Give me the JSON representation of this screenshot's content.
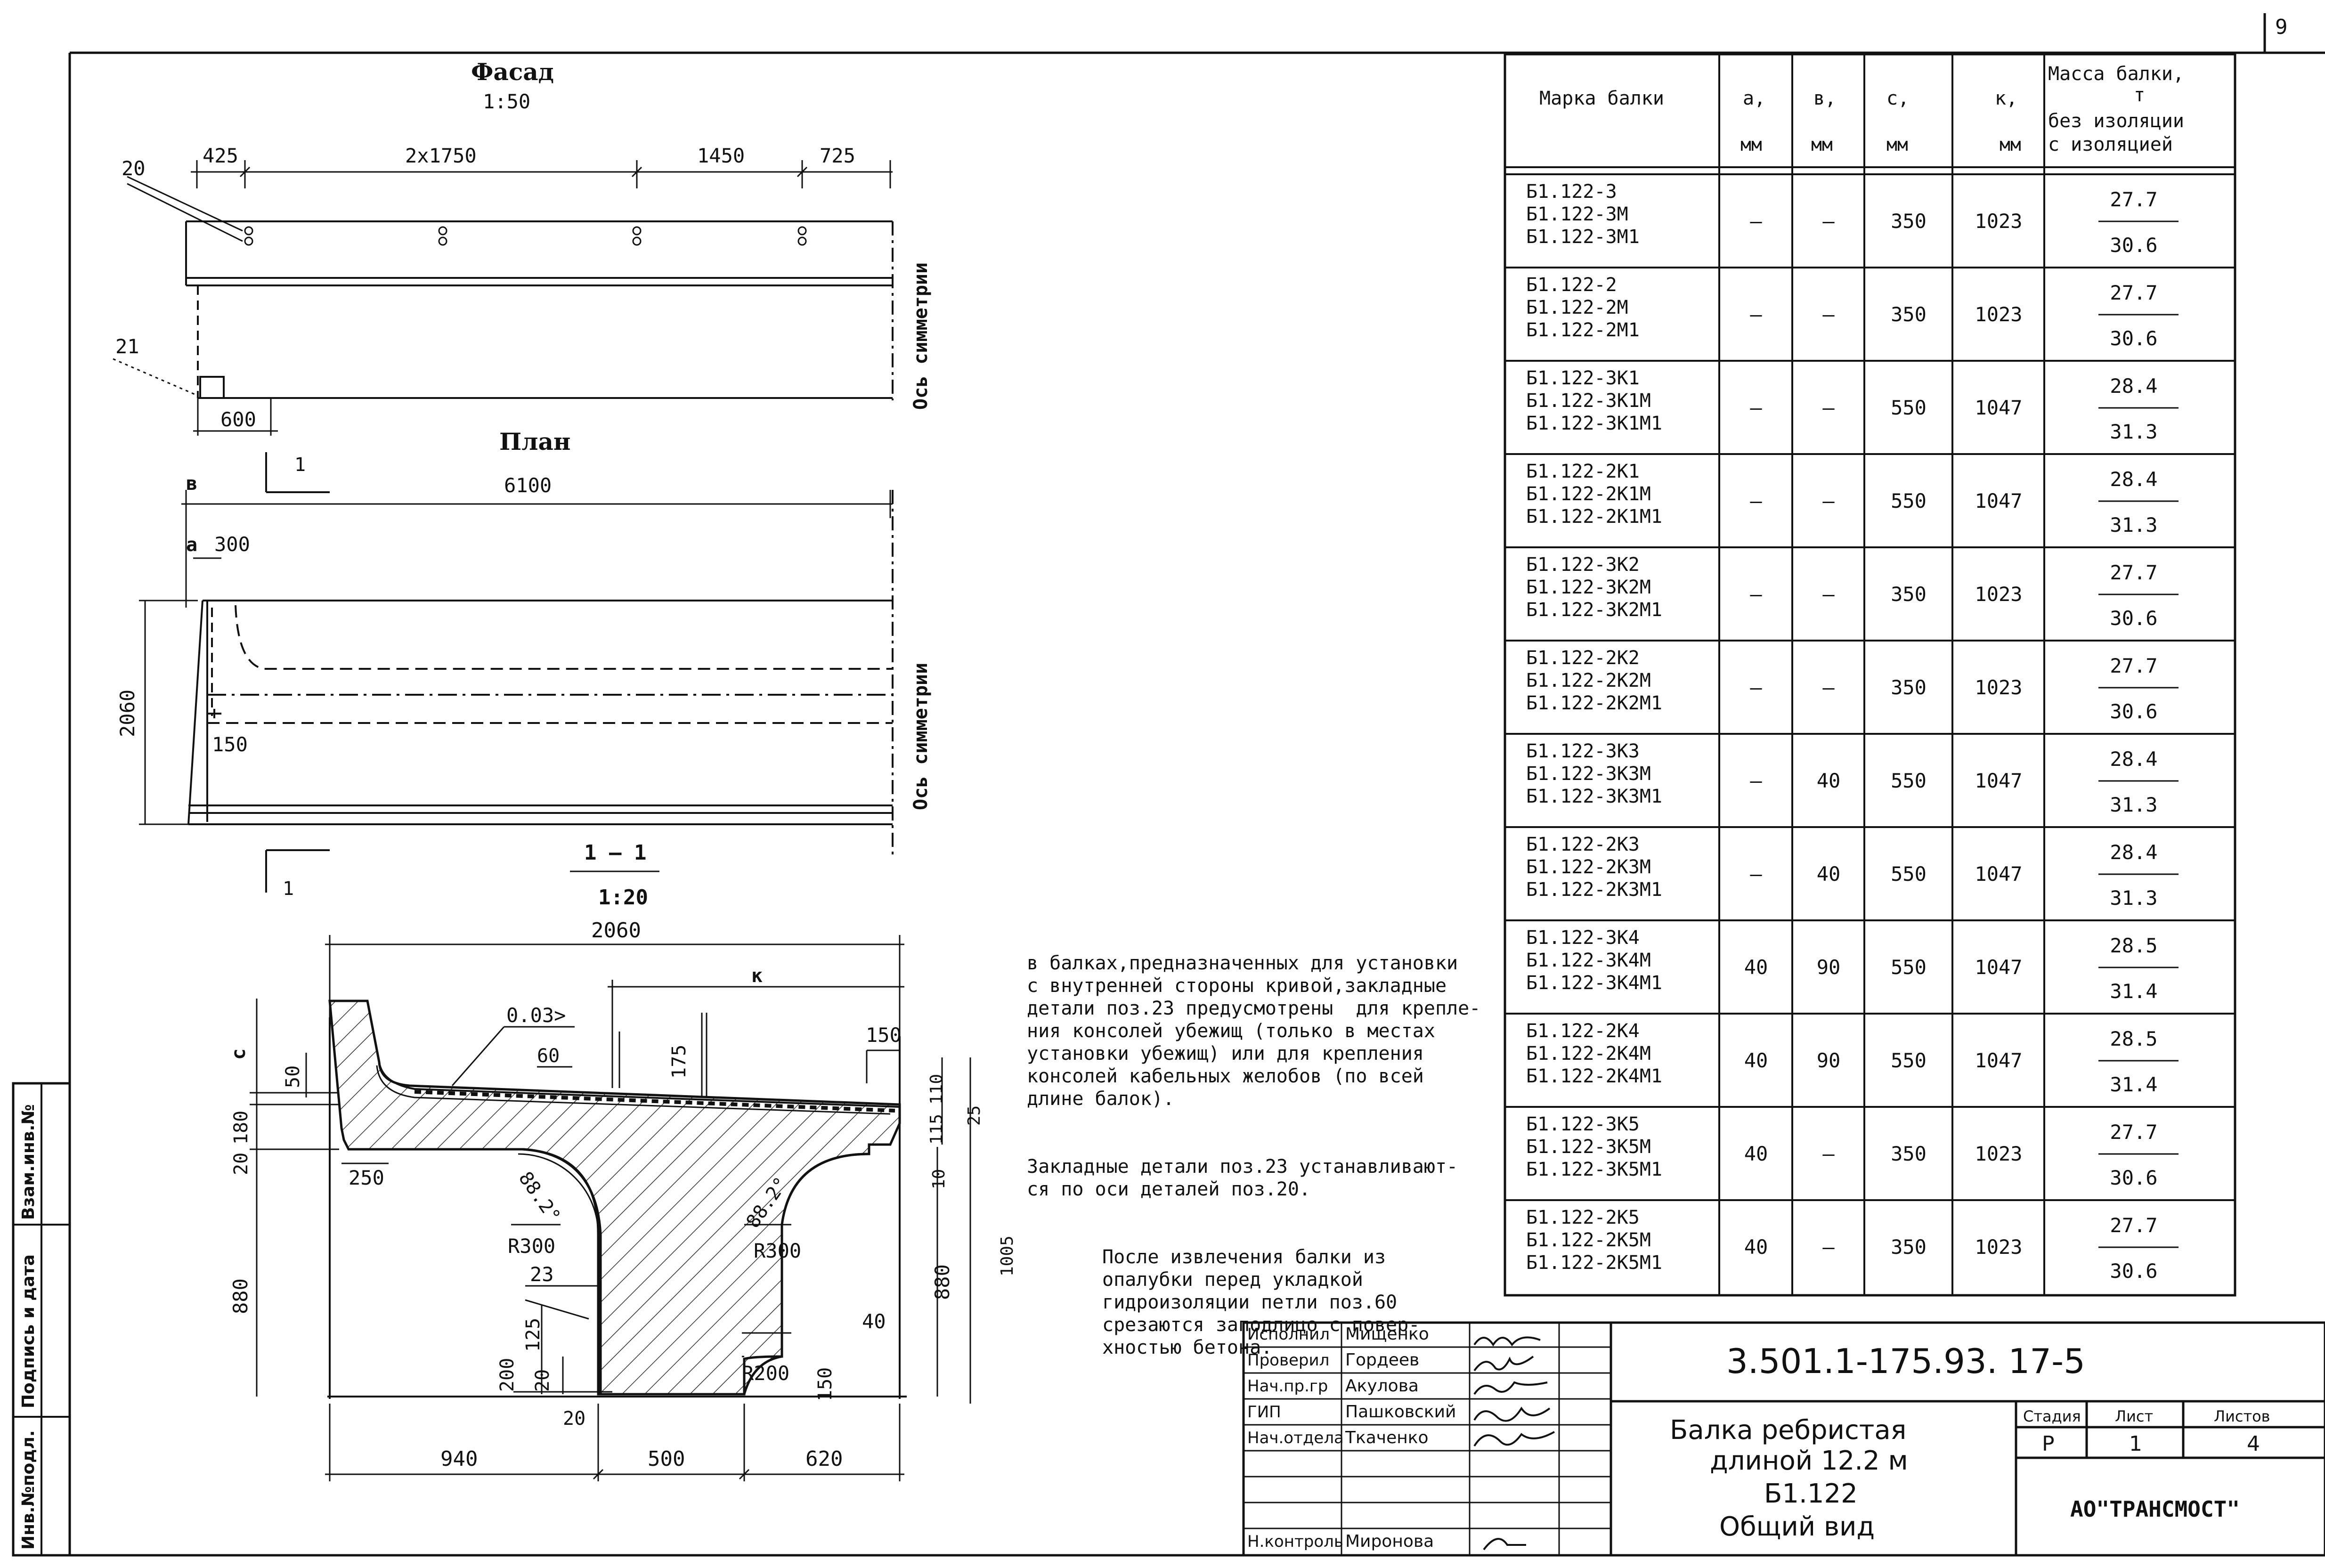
{
  "sheet_number": "9",
  "facade": {
    "title": "Фасад",
    "scale": "1:50",
    "dims": [
      "425",
      "2x1750",
      "1450",
      "725"
    ],
    "pos_20": "20",
    "pos_21": "21",
    "dim_600": "600",
    "axis_label": "Ось симметрии"
  },
  "plan": {
    "title": "План",
    "section_mark": "1",
    "dim_6100": "6100",
    "dim_b": "в",
    "dim_a": "а",
    "dim_300": "300",
    "dim_2060": "2060",
    "dim_150": "150",
    "axis_label": "Ось симметрии"
  },
  "section": {
    "title": "1 – 1",
    "scale": "1:20",
    "dim_top": "2060",
    "dim_k": "к",
    "slope": "0.03>",
    "d60": "60",
    "d175": "175",
    "d150": "150",
    "d110": "110",
    "d115": "115",
    "d25": "25",
    "d10": "10",
    "d1005": "1005",
    "d880r": "880",
    "d40": "40",
    "d_c": "с",
    "d50": "50",
    "d180": "180",
    "d20l": "20",
    "d250": "250",
    "d880l": "880",
    "angle_l": "88.2°",
    "angle_r": "88.2°",
    "r300l": "R300",
    "r300r": "R300",
    "pos23": "23",
    "d125": "125",
    "d200": "200",
    "d20a": "20",
    "d20b": "20",
    "r200": "R200",
    "d150b": "150",
    "d940": "940",
    "d500": "500",
    "d620": "620"
  },
  "notes": {
    "p1": "в балках,предназначенных для установки\nс внутренней стороны кривой,закладные\nдетали поз.23 предусмотрены  для крепле-\nния консолей убежищ (только в местах\nустановки убежищ) или для крепления\nконсолей кабельных желобов (по всей\nдлине балок).",
    "p2": "Закладные детали поз.23 устанавливают-\nся по оси деталей поз.20.",
    "p3": "После извлечения балки из\nопалубки перед укладкой\nгидроизоляции петли поз.60\nсрезаются заподлицо с повер-\nхностью бетона."
  },
  "table": {
    "headers": {
      "mark": "Марка балки",
      "a": "а,",
      "b": "в,",
      "c": "с,",
      "k": "к,",
      "unit": "мм",
      "mass1": "Масса балки,",
      "mass2": "т",
      "mass3": "без изоляции",
      "mass4": "с изоляцией"
    },
    "rows": [
      {
        "marks": [
          "Б1.122-3",
          "Б1.122-3М",
          "Б1.122-3М1"
        ],
        "a": "—",
        "b": "—",
        "c": "350",
        "k": "1023",
        "m1": "27.7",
        "m2": "30.6"
      },
      {
        "marks": [
          "Б1.122-2",
          "Б1.122-2М",
          "Б1.122-2М1"
        ],
        "a": "—",
        "b": "—",
        "c": "350",
        "k": "1023",
        "m1": "27.7",
        "m2": "30.6"
      },
      {
        "marks": [
          "Б1.122-3К1",
          "Б1.122-3К1М",
          "Б1.122-3К1М1"
        ],
        "a": "—",
        "b": "—",
        "c": "550",
        "k": "1047",
        "m1": "28.4",
        "m2": "31.3"
      },
      {
        "marks": [
          "Б1.122-2К1",
          "Б1.122-2К1М",
          "Б1.122-2К1М1"
        ],
        "a": "—",
        "b": "—",
        "c": "550",
        "k": "1047",
        "m1": "28.4",
        "m2": "31.3"
      },
      {
        "marks": [
          "Б1.122-3К2",
          "Б1.122-3К2М",
          "Б1.122-3К2М1"
        ],
        "a": "—",
        "b": "—",
        "c": "350",
        "k": "1023",
        "m1": "27.7",
        "m2": "30.6"
      },
      {
        "marks": [
          "Б1.122-2К2",
          "Б1.122-2К2М",
          "Б1.122-2К2М1"
        ],
        "a": "—",
        "b": "—",
        "c": "350",
        "k": "1023",
        "m1": "27.7",
        "m2": "30.6"
      },
      {
        "marks": [
          "Б1.122-3К3",
          "Б1.122-3К3М",
          "Б1.122-3К3М1"
        ],
        "a": "—",
        "b": "40",
        "c": "550",
        "k": "1047",
        "m1": "28.4",
        "m2": "31.3"
      },
      {
        "marks": [
          "Б1.122-2К3",
          "Б1.122-2К3М",
          "Б1.122-2К3М1"
        ],
        "a": "—",
        "b": "40",
        "c": "550",
        "k": "1047",
        "m1": "28.4",
        "m2": "31.3"
      },
      {
        "marks": [
          "Б1.122-3К4",
          "Б1.122-3К4М",
          "Б1.122-3К4М1"
        ],
        "a": "40",
        "b": "90",
        "c": "550",
        "k": "1047",
        "m1": "28.5",
        "m2": "31.4"
      },
      {
        "marks": [
          "Б1.122-2К4",
          "Б1.122-2К4М",
          "Б1.122-2К4М1"
        ],
        "a": "40",
        "b": "90",
        "c": "550",
        "k": "1047",
        "m1": "28.5",
        "m2": "31.4"
      },
      {
        "marks": [
          "Б1.122-3К5",
          "Б1.122-3К5М",
          "Б1.122-3К5М1"
        ],
        "a": "40",
        "b": "—",
        "c": "350",
        "k": "1023",
        "m1": "27.7",
        "m2": "30.6"
      },
      {
        "marks": [
          "Б1.122-2К5",
          "Б1.122-2К5М",
          "Б1.122-2К5М1"
        ],
        "a": "40",
        "b": "—",
        "c": "350",
        "k": "1023",
        "m1": "27.7",
        "m2": "30.6"
      }
    ]
  },
  "title_block": {
    "doc_code": "3.501.1-175.93.   17-5",
    "title_lines": [
      "Балка ребристая",
      "длиной 12.2 м",
      "Б1.122",
      "Общий вид"
    ],
    "stage_label": "Стадия",
    "sheet_label": "Лист",
    "sheets_label": "Листов",
    "stage": "Р",
    "sheet": "1",
    "sheets": "4",
    "org": "АО\"ТРАНСМОСТ\"",
    "people": [
      {
        "role": "Исполнил",
        "name": "Мищенко"
      },
      {
        "role": "Проверил",
        "name": "Гордеев"
      },
      {
        "role": "Нач.пр.гр",
        "name": "Акулова"
      },
      {
        "role": "ГИП",
        "name": "Пашковский"
      },
      {
        "role": "Нач.отдела",
        "name": "Ткаченко"
      },
      {
        "role": "Н.контроль",
        "name": "Миронова"
      }
    ]
  },
  "side_stamp": {
    "labels": [
      "Инв.№подл.",
      "Подпись и дата",
      "Взам.инв.№"
    ]
  }
}
